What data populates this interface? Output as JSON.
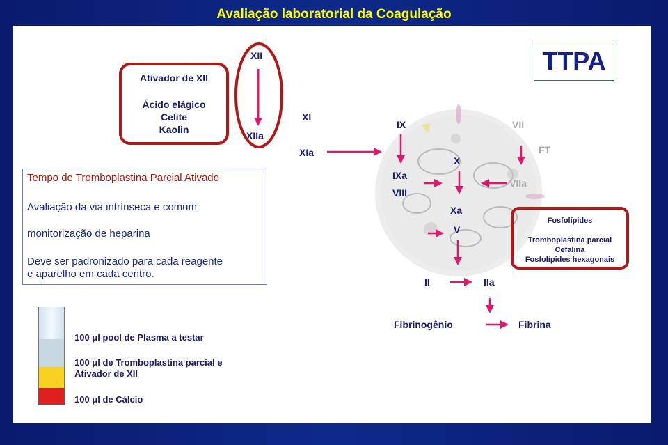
{
  "header": {
    "title": "Avaliação laboratorial da Coagulação"
  },
  "badge": {
    "text": "TTPA"
  },
  "activator": {
    "title": "Ativador de XII",
    "items": [
      "Ácido elágico",
      "Celite",
      "Kaolin"
    ]
  },
  "info": {
    "heading": "Tempo de Tromboplastina Parcial Ativado",
    "line1": "Avaliação da via intrínseca e comum",
    "line2": "monitorização de heparina",
    "line3": "Deve ser  padronizado para cada reagente",
    "line4": "e aparelho em cada centro."
  },
  "factors": {
    "XII": "XII",
    "XIIa": "XIIa",
    "XI": "XI",
    "XIa": "XIa",
    "IX": "IX",
    "IXa": "IXa",
    "VIII": "VIII",
    "X": "X",
    "Xa": "Xa",
    "V": "V",
    "VII": "VII",
    "VIIa": "VIIa",
    "FT": "FT",
    "II": "II",
    "IIa": "IIa"
  },
  "phospholipids": {
    "title": "Fosfolípides",
    "items": [
      "Tromboplastina parcial",
      "Cefalina",
      "Fosfolípides hexagonais"
    ]
  },
  "fibrin": {
    "from": "Fibrinogênio",
    "to": "Fibrina"
  },
  "tube": {
    "layer1": "100 μl pool de Plasma a testar",
    "layer2a": "100 μl  de Tromboplastina parcial e",
    "layer2b": "Ativador de XII",
    "layer3": "100 μl  de Cálcio"
  },
  "colors": {
    "arrow": "#e0186c",
    "border_red": "#b01818",
    "text_dark": "#1a1a6a",
    "title_yellow": "#ffff00"
  }
}
